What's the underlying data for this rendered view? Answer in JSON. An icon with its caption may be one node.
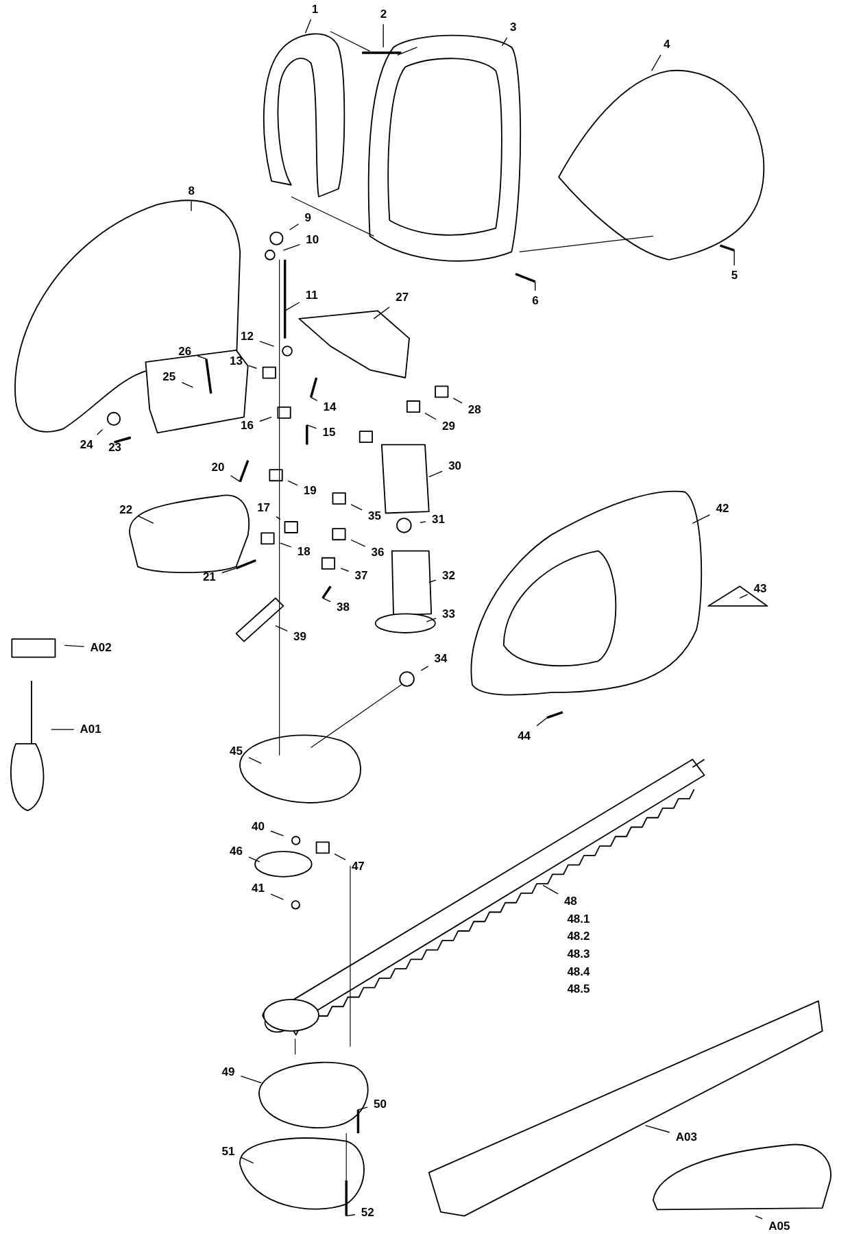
{
  "diagram": {
    "nodes": [
      {
        "text": [
          "1"
        ]
      },
      {
        "text": [
          "2"
        ]
      },
      {
        "text": [
          "3"
        ]
      },
      {
        "text": [
          "4"
        ]
      },
      {
        "text": [
          "5"
        ]
      },
      {
        "text": [
          "6"
        ]
      },
      {
        "text": [
          "8"
        ]
      },
      {
        "text": [
          "9"
        ]
      },
      {
        "text": [
          "10"
        ]
      },
      {
        "text": [
          "11"
        ]
      },
      {
        "text": [
          "27"
        ]
      },
      {
        "text": [
          "12"
        ]
      },
      {
        "text": [
          "13"
        ]
      },
      {
        "text": [
          "26"
        ]
      },
      {
        "text": [
          "25"
        ]
      },
      {
        "text": [
          "14"
        ]
      },
      {
        "text": [
          "28"
        ]
      },
      {
        "text": [
          "16"
        ]
      },
      {
        "text": [
          "29"
        ]
      },
      {
        "text": [
          "15"
        ]
      },
      {
        "text": [
          "24"
        ]
      },
      {
        "text": [
          "23"
        ]
      },
      {
        "text": [
          "20"
        ]
      },
      {
        "text": [
          "30"
        ]
      },
      {
        "text": [
          "19"
        ]
      },
      {
        "text": [
          "22"
        ]
      },
      {
        "text": [
          "17"
        ]
      },
      {
        "text": [
          "35"
        ]
      },
      {
        "text": [
          "42"
        ]
      },
      {
        "text": [
          "31"
        ]
      },
      {
        "text": [
          "36"
        ]
      },
      {
        "text": [
          "18"
        ]
      },
      {
        "text": [
          "37"
        ]
      },
      {
        "text": [
          "32"
        ]
      },
      {
        "text": [
          "21"
        ]
      },
      {
        "text": [
          "43"
        ]
      },
      {
        "text": [
          "38"
        ]
      },
      {
        "text": [
          "33"
        ]
      },
      {
        "text": [
          "39"
        ]
      },
      {
        "text": [
          "A02"
        ]
      },
      {
        "text": [
          "34"
        ]
      },
      {
        "text": [
          "A01"
        ]
      },
      {
        "text": [
          "44"
        ]
      },
      {
        "text": [
          "45"
        ]
      },
      {
        "text": [
          "40"
        ]
      },
      {
        "text": [
          "46"
        ]
      },
      {
        "text": [
          "47"
        ]
      },
      {
        "text": [
          "41"
        ]
      },
      {
        "text": [
          "48"
        ]
      },
      {
        "text": [
          "49"
        ]
      },
      {
        "text": [
          "50"
        ]
      },
      {
        "text": [
          "A03"
        ]
      },
      {
        "text": [
          "51"
        ]
      },
      {
        "text": [
          "52"
        ]
      },
      {
        "text": [
          "A05"
        ]
      }
    ],
    "edges": [
      {
        "from": 0,
        "to": null,
        "arrow": "none"
      },
      {
        "from": 1,
        "to": null,
        "arrow": "none"
      },
      {
        "from": 2,
        "to": null,
        "arrow": "none"
      },
      {
        "from": 3,
        "to": null,
        "arrow": "none"
      },
      {
        "from": 4,
        "to": null,
        "arrow": "none"
      },
      {
        "from": 5,
        "to": null,
        "arrow": "none"
      },
      {
        "from": 6,
        "to": null,
        "arrow": "none"
      },
      {
        "from": 7,
        "to": null,
        "arrow": "none"
      },
      {
        "from": 8,
        "to": null,
        "arrow": "none"
      },
      {
        "from": 9,
        "to": null,
        "arrow": "none"
      },
      {
        "from": 10,
        "to": null,
        "arrow": "none"
      },
      {
        "from": 11,
        "to": null,
        "arrow": "none"
      },
      {
        "from": 12,
        "to": null,
        "arrow": "none"
      },
      {
        "from": 13,
        "to": null,
        "arrow": "none"
      },
      {
        "from": 14,
        "to": null,
        "arrow": "none"
      },
      {
        "from": 15,
        "to": null,
        "arrow": "none"
      },
      {
        "from": 16,
        "to": null,
        "arrow": "none"
      },
      {
        "from": 17,
        "to": null,
        "arrow": "none"
      },
      {
        "from": 18,
        "to": null,
        "arrow": "none"
      },
      {
        "from": 19,
        "to": null,
        "arrow": "none"
      },
      {
        "from": 20,
        "to": null,
        "arrow": "none"
      },
      {
        "from": 21,
        "to": null,
        "arrow": "none"
      },
      {
        "from": 22,
        "to": null,
        "arrow": "none"
      },
      {
        "from": 23,
        "to": null,
        "arrow": "none"
      },
      {
        "from": 24,
        "to": null,
        "arrow": "none"
      },
      {
        "from": 25,
        "to": null,
        "arrow": "none"
      },
      {
        "from": 26,
        "to": null,
        "arrow": "none"
      },
      {
        "from": 27,
        "to": null,
        "arrow": "none"
      },
      {
        "from": 28,
        "to": null,
        "arrow": "none"
      },
      {
        "from": 29,
        "to": null,
        "arrow": "none"
      },
      {
        "from": 30,
        "to": null,
        "arrow": "none"
      },
      {
        "from": 31,
        "to": null,
        "arrow": "none"
      },
      {
        "from": 32,
        "to": null,
        "arrow": "none"
      },
      {
        "from": 33,
        "to": null,
        "arrow": "none"
      },
      {
        "from": 34,
        "to": null,
        "arrow": "none"
      },
      {
        "from": 35,
        "to": null,
        "arrow": "none"
      },
      {
        "from": 36,
        "to": null,
        "arrow": "none"
      },
      {
        "from": 37,
        "to": null,
        "arrow": "none"
      },
      {
        "from": 38,
        "to": null,
        "arrow": "none"
      },
      {
        "from": 39,
        "to": null,
        "arrow": "none"
      },
      {
        "from": 40,
        "to": null,
        "arrow": "none"
      },
      {
        "from": 41,
        "to": null,
        "arrow": "none"
      },
      {
        "from": 42,
        "to": null,
        "arrow": "none"
      },
      {
        "from": 43,
        "to": null,
        "arrow": "none"
      },
      {
        "from": 44,
        "to": null,
        "arrow": "none"
      },
      {
        "from": 45,
        "to": null,
        "arrow": "none"
      },
      {
        "from": 46,
        "to": null,
        "arrow": "none"
      },
      {
        "from": 47,
        "to": null,
        "arrow": "none"
      },
      {
        "from": 48,
        "to": null,
        "arrow": "none"
      },
      {
        "from": 49,
        "to": null,
        "arrow": "none"
      },
      {
        "from": 50,
        "to": null,
        "arrow": "none"
      },
      {
        "from": 51,
        "to": null,
        "arrow": "none"
      },
      {
        "from": 52,
        "to": null,
        "arrow": "none"
      },
      {
        "from": 53,
        "to": null,
        "arrow": "none"
      },
      {
        "from": 54,
        "to": null,
        "arrow": "none"
      }
    ],
    "labels": [
      "48.1",
      "48.2",
      "48.3",
      "48.4",
      "48.5"
    ]
  }
}
